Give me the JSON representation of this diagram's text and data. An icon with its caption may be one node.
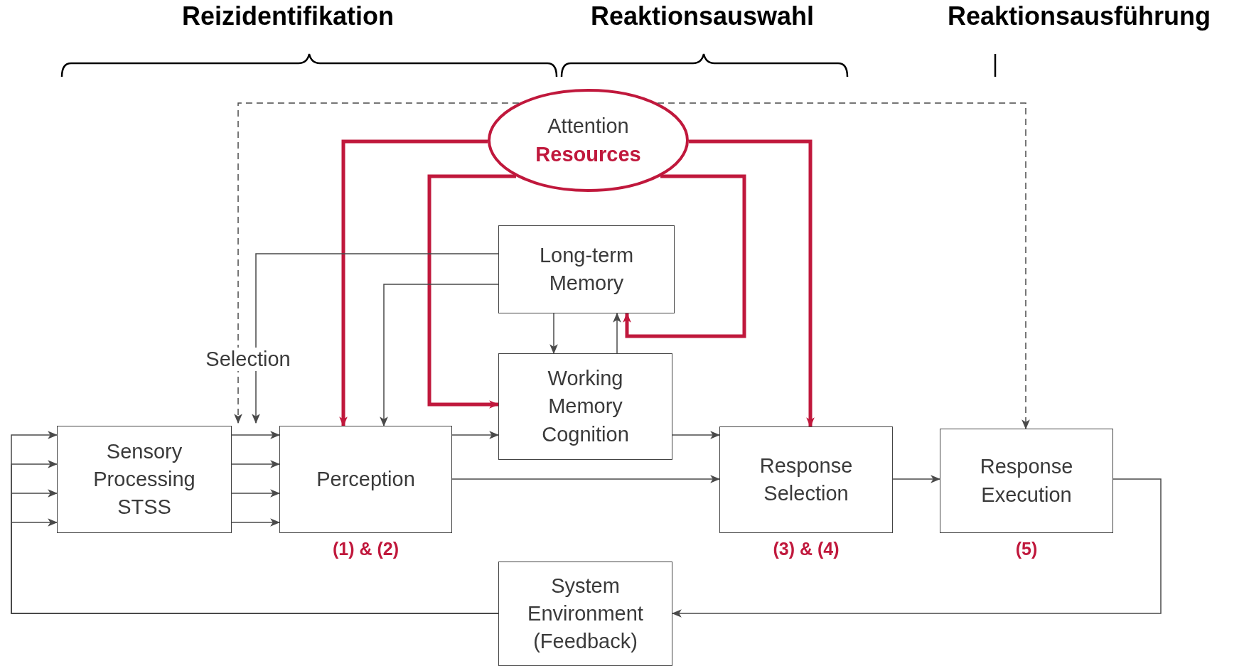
{
  "diagram": {
    "nodes": [
      {
        "text": [
          "Attention",
          "Resources"
        ]
      },
      {
        "text": [
          "Long-term Memory"
        ]
      },
      {
        "text": [
          "Working Memory Cognition"
        ]
      },
      {
        "text": [
          "Sensory Processing STSS"
        ]
      },
      {
        "text": [
          "Perception"
        ],
        "beside": [
          "(1) & (2)"
        ]
      },
      {
        "text": [
          "Response Selection"
        ],
        "beside": [
          "(3) & (4)"
        ]
      },
      {
        "text": [
          "Response Execution"
        ],
        "beside": [
          "(5)"
        ]
      },
      {
        "text": [
          "System Environment (Feedback)"
        ]
      }
    ],
    "edges": [
      {
        "from": 0,
        "to": 4,
        "arrow": "to",
        "style": "thick",
        "color": "#c0183c"
      },
      {
        "from": 0,
        "to": 2,
        "arrow": "to",
        "style": "thick",
        "color": "#c0183c"
      },
      {
        "from": 0,
        "to": 5,
        "arrow": "to",
        "style": "thick",
        "color": "#c0183c"
      },
      {
        "from": 0,
        "to": 1,
        "arrow": "to",
        "style": "thick",
        "color": "#c0183c"
      },
      {
        "from": 0,
        "to": 3,
        "arrow": "to",
        "style": "dashed"
      },
      {
        "from": 0,
        "to": 6,
        "arrow": "to",
        "style": "dashed"
      },
      {
        "from": 1,
        "to": 4,
        "arrow": "to"
      },
      {
        "from": 1,
        "to": 4,
        "arrow": "to"
      },
      {
        "from": 1,
        "to": 2,
        "arrow": "to"
      },
      {
        "from": 2,
        "to": 1,
        "arrow": "to"
      },
      {
        "from": 3,
        "to": 4,
        "arrow": "to"
      },
      {
        "from": 3,
        "to": 4,
        "arrow": "to"
      },
      {
        "from": 3,
        "to": 4,
        "arrow": "to"
      },
      {
        "from": 3,
        "to": 4,
        "arrow": "to"
      },
      {
        "from": 4,
        "to": 2,
        "arrow": "to"
      },
      {
        "from": 4,
        "to": 5,
        "arrow": "to"
      },
      {
        "from": 2,
        "to": 5,
        "arrow": "to"
      },
      {
        "from": 5,
        "to": 6,
        "arrow": "to"
      },
      {
        "from": 6,
        "to": 7,
        "arrow": "to"
      },
      {
        "from": 7,
        "to": 3,
        "arrow": "to"
      },
      {
        "from": 7,
        "to": 3,
        "arrow": "to"
      },
      {
        "from": 7,
        "to": 3,
        "arrow": "to"
      },
      {
        "from": 7,
        "to": 3,
        "arrow": "to"
      }
    ],
    "labels": [
      "Reizidentifikation",
      "Reaktionsauswahl",
      "Reaktionsausführung",
      "Selection"
    ]
  }
}
